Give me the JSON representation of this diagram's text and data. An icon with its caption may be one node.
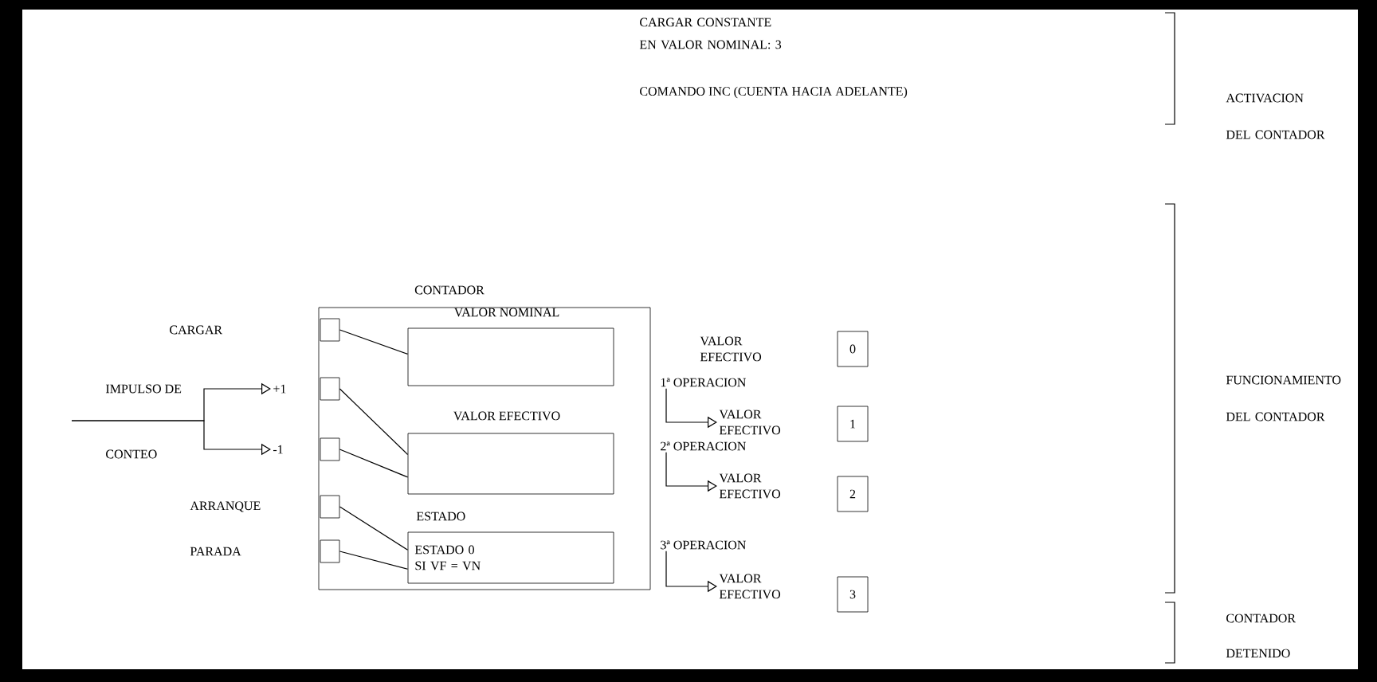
{
  "diagram": {
    "nodes": [
      {
        "text": [
          "CONTADOR"
        ]
      },
      {
        "text": [],
        "shape": "box",
        "in": 0
      },
      {
        "text": [],
        "shape": "box",
        "in": 0
      },
      {
        "text": [],
        "shape": "box",
        "in": 0
      },
      {
        "text": [],
        "shape": "box",
        "in": 0
      },
      {
        "text": [],
        "shape": "box",
        "in": 0
      },
      {
        "text": [
          "VALOR NOMINAL"
        ],
        "in": 0
      },
      {
        "text": [
          "VALOR EFECTIVO"
        ],
        "in": 0
      },
      {
        "text": [
          "ESTADO",
          "ESTADO 0 SI VF = VN"
        ],
        "in": 0
      },
      {
        "text": [
          "+1"
        ]
      },
      {
        "text": [
          "-1"
        ]
      },
      {
        "text": [
          "0"
        ]
      },
      {
        "text": [
          "1ª OPERACION"
        ]
      },
      {
        "text": [
          "VALOR EFECTIVO"
        ]
      },
      {
        "text": [
          "1"
        ]
      },
      {
        "text": [
          "2ª OPERACION"
        ]
      },
      {
        "text": [
          "VALOR EFECTIVO"
        ]
      },
      {
        "text": [
          "2"
        ]
      },
      {
        "text": [
          "3ª OPERACION"
        ]
      },
      {
        "text": [
          "VALOR EFECTIVO"
        ]
      },
      {
        "text": [
          "3"
        ]
      }
    ],
    "edges": [
      {
        "from": null,
        "to": 9,
        "arrow": "to"
      },
      {
        "from": null,
        "to": 10,
        "arrow": "to"
      },
      {
        "from": 1,
        "to": 6,
        "arrow": "none"
      },
      {
        "from": 2,
        "to": 7,
        "arrow": "none"
      },
      {
        "from": 3,
        "to": 7,
        "arrow": "none"
      },
      {
        "from": 4,
        "to": 8,
        "arrow": "none"
      },
      {
        "from": 5,
        "to": 8,
        "arrow": "none"
      },
      {
        "from": 12,
        "to": 13,
        "arrow": "to"
      },
      {
        "from": 15,
        "to": 16,
        "arrow": "to"
      },
      {
        "from": 18,
        "to": 19,
        "arrow": "to"
      }
    ],
    "labels": [
      "VALOR EFECTIVO",
      "CARGAR CONSTANTE EN VALOR NOMINAL: 3",
      "COMANDO INC (CUENTA HACIA ADELANTE)",
      "ACTIVACION DEL CONTADOR",
      "FUNCIONAMIENTO DEL CONTADOR",
      "CONTADOR DETENIDO",
      "CARGAR",
      "IMPULSO DE",
      "CONTEO",
      "ARRANQUE",
      "PARADA"
    ]
  }
}
